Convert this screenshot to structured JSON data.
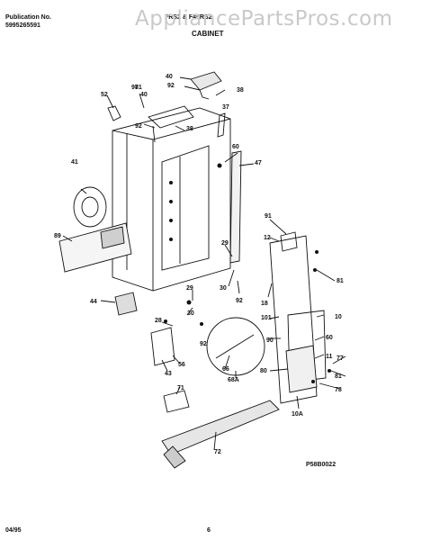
{
  "header": {
    "publication_label": "Publication No.",
    "publication_number": "5995265591",
    "model_text": "FRS2",
    "model_text2": "& F45RS2",
    "watermark": "AppliancePartsPros.com",
    "section_title": "CABINET"
  },
  "footer": {
    "date": "04/95",
    "page": "6",
    "drawing_code": "P58B0022"
  },
  "part_labels": [
    "40",
    "92",
    "38",
    "97",
    "81",
    "52",
    "40",
    "37",
    "92",
    "38",
    "60",
    "47",
    "41",
    "89",
    "91",
    "12",
    "29",
    "81",
    "30",
    "92",
    "18",
    "101",
    "10",
    "44",
    "29",
    "30",
    "28",
    "92",
    "90",
    "60",
    "11",
    "77",
    "56",
    "66",
    "43",
    "68A",
    "80",
    "81",
    "78",
    "71",
    "10A",
    "72"
  ]
}
